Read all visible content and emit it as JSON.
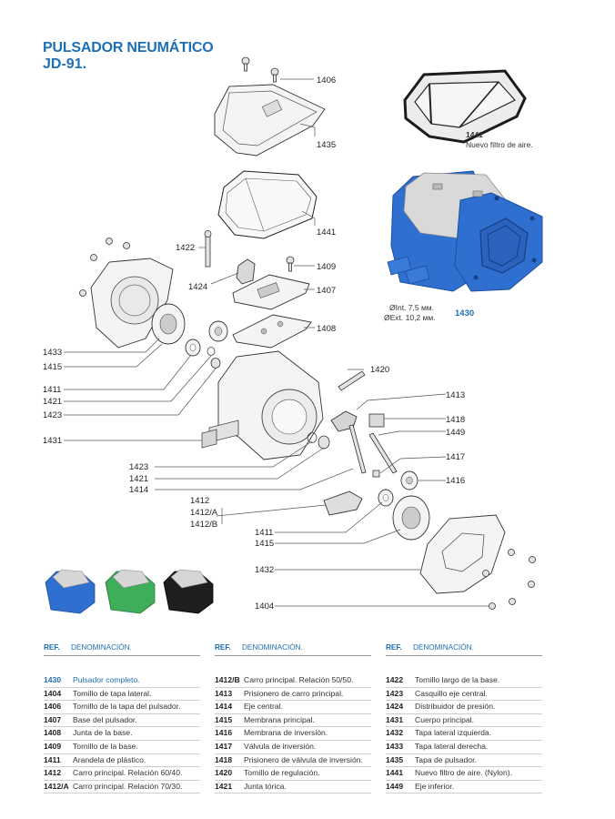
{
  "title": {
    "line1": "PULSADOR NEUMÁTICO",
    "line2": "JD-91."
  },
  "callouts": {
    "c1406": "1406",
    "c1435": "1435",
    "c1441": "1441",
    "c1422": "1422",
    "c1409": "1409",
    "c1424": "1424",
    "c1407": "1407",
    "c1408": "1408",
    "c1433": "1433",
    "c1415a": "1415",
    "c1420": "1420",
    "c1411a": "1411",
    "c1421a": "1421",
    "c1423a": "1423",
    "c1413": "1413",
    "c1418": "1418",
    "c1449": "1449",
    "c1431": "1431",
    "c1417": "1417",
    "c1423b": "1423",
    "c1421b": "1421",
    "c1416": "1416",
    "c1414": "1414",
    "c1412": "1412",
    "c1412a": "1412/A",
    "c1412b": "1412/B",
    "c1411b": "1411",
    "c1415b": "1415",
    "c1432": "1432",
    "c1404": "1404",
    "c1430": "1430"
  },
  "filter_caption": {
    "ref": "1441",
    "text": "Nuevo filtro de aire."
  },
  "dims": {
    "inner": "ØInt. 7,5 мм.",
    "outer": "ØExt. 10,2 мм."
  },
  "colors": {
    "blue": "#2f6fd0",
    "green": "#3fae5a",
    "black": "#1e1e1e",
    "accent": "#1f6fb5"
  },
  "table": {
    "header_ref": "REF.",
    "header_den": "DENOMINACIÓN.",
    "col1": [
      {
        "ref": "1430",
        "den": "Pulsador completo."
      },
      {
        "ref": "1404",
        "den": "Tornillo de tapa lateral."
      },
      {
        "ref": "1406",
        "den": "Tornillo de la tapa del pulsador."
      },
      {
        "ref": "1407",
        "den": "Base del pulsador."
      },
      {
        "ref": "1408",
        "den": "Junta de la base."
      },
      {
        "ref": "1409",
        "den": "Tornillo de la base."
      },
      {
        "ref": "1411",
        "den": "Arandela de plástico."
      },
      {
        "ref": "1412",
        "den": "Carro principal. Relación 60/40."
      },
      {
        "ref": "1412/A",
        "den": "Carro principal. Relación 70/30."
      }
    ],
    "col2": [
      {
        "ref": "1412/B",
        "den": "Carro principal. Relación 50/50."
      },
      {
        "ref": "1413",
        "den": "Prisionero de carro principal."
      },
      {
        "ref": "1414",
        "den": "Eje central."
      },
      {
        "ref": "1415",
        "den": "Membrana principal."
      },
      {
        "ref": "1416",
        "den": "Membrana de inversión."
      },
      {
        "ref": "1417",
        "den": "Válvula de inversión."
      },
      {
        "ref": "1418",
        "den": "Prisionero de válvula de inversión."
      },
      {
        "ref": "1420",
        "den": "Tornillo de regulación."
      },
      {
        "ref": "1421",
        "den": "Junta tórica."
      }
    ],
    "col3": [
      {
        "ref": "1422",
        "den": "Tornillo largo de la base."
      },
      {
        "ref": "1423",
        "den": "Casquillo eje central."
      },
      {
        "ref": "1424",
        "den": "Distribuidor de presión."
      },
      {
        "ref": "1431",
        "den": "Cuerpo principal."
      },
      {
        "ref": "1432",
        "den": "Tapa lateral izquierda."
      },
      {
        "ref": "1433",
        "den": "Tapa lateral derecha."
      },
      {
        "ref": "1435",
        "den": "Tapa de pulsador."
      },
      {
        "ref": "1441",
        "den": "Nuevo filtro de aire. (Nylon)."
      },
      {
        "ref": "1449",
        "den": "Eje inferior."
      }
    ]
  }
}
